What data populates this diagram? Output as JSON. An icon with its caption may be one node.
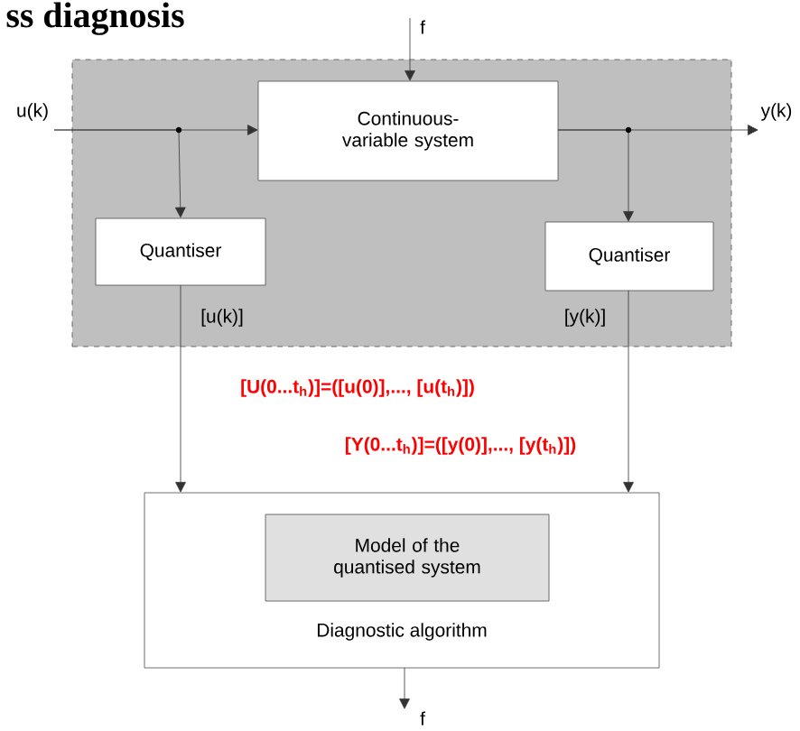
{
  "diagram": {
    "title": "ss diagnosis",
    "nodes": [
      {
        "text": [],
        "shape": "box"
      },
      {
        "text": [
          "Continuous-variable system"
        ],
        "in": 0
      },
      {
        "text": [
          "Quantiser"
        ],
        "in": 0
      },
      {
        "text": [
          "Quantiser"
        ],
        "in": 0
      },
      {
        "text": [
          "Diagnostic algorithm"
        ]
      },
      {
        "text": [
          "Model of the quantised system"
        ],
        "in": 4
      },
      {
        "text": [
          "u(k)"
        ]
      },
      {
        "text": [
          "y(k)"
        ]
      },
      {
        "text": [
          "f"
        ]
      },
      {
        "text": [
          "f"
        ]
      }
    ],
    "edges": [
      {
        "from": 6,
        "to": 1,
        "arrow": "to"
      },
      {
        "from": 6,
        "to": 2,
        "arrow": "to"
      },
      {
        "from": 8,
        "to": 1,
        "arrow": "to"
      },
      {
        "from": 1,
        "to": 7,
        "arrow": "to"
      },
      {
        "from": 1,
        "to": 3,
        "arrow": "to"
      },
      {
        "from": 2,
        "to": 4,
        "arrow": "to",
        "label": "[u(k)]"
      },
      {
        "from": 3,
        "to": 4,
        "arrow": "to",
        "label": "[y(k)]"
      },
      {
        "from": 4,
        "to": 9,
        "arrow": "to"
      }
    ],
    "labels": [
      "[U(0...t$_{h}$)]=([u(0)],..., [u(t$_{h}$)])",
      "[Y(0...t$_{h}$)]=([y(0)],..., [y(t$_{h}$)])"
    ]
  }
}
